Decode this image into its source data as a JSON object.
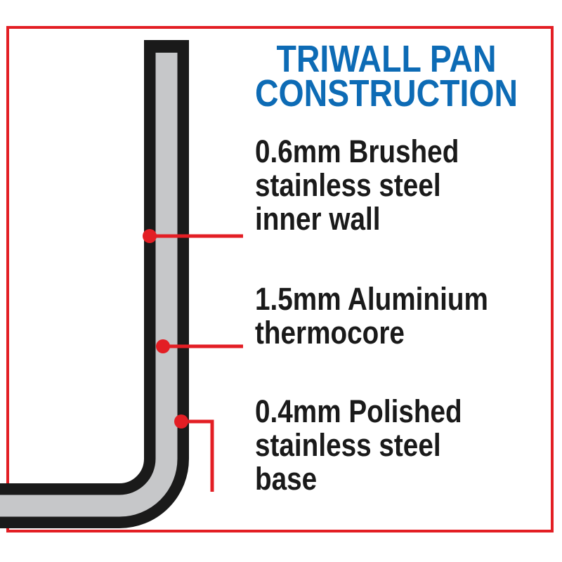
{
  "colors": {
    "red": "#e31e24",
    "blue": "#0d6bb5",
    "gray": "#c6c7c9",
    "black": "#1a1a1a",
    "white": "#ffffff"
  },
  "title": {
    "line1": "TRIWALL PAN",
    "line2": "CONSTRUCTION"
  },
  "labels": [
    {
      "id": "inner-wall",
      "lines": [
        "0.6mm Brushed",
        "stainless steel",
        "inner wall"
      ]
    },
    {
      "id": "thermocore",
      "lines": [
        "1.5mm Aluminium",
        "thermocore"
      ]
    },
    {
      "id": "base",
      "lines": [
        "0.4mm Polished",
        "stainless steel",
        "base"
      ]
    }
  ],
  "diagram": {
    "type": "pan-wall-cross-section",
    "layers": [
      "brushed stainless steel inner wall",
      "aluminium thermocore",
      "polished stainless steel base"
    ]
  }
}
